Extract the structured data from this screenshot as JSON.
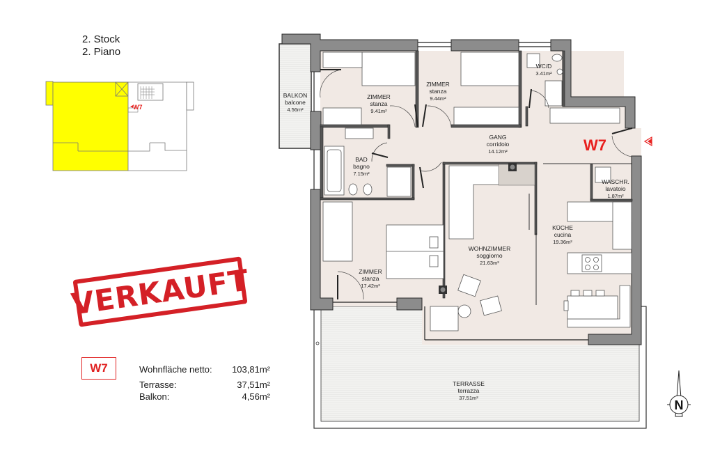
{
  "header": {
    "floor_de": "2. Stock",
    "floor_it": "2. Piano"
  },
  "keyplan": {
    "unit_marker": "W7",
    "highlight_color": "#ffff00"
  },
  "status_stamp": {
    "label": "VERKAUFT",
    "color": "#d42026"
  },
  "unit": {
    "id": "W7",
    "accent_color": "#e02020"
  },
  "stats": [
    {
      "label": "Wohnfläche netto:",
      "value": "103,81m²"
    },
    {
      "label": "Terrasse:",
      "value": "37,51m²"
    },
    {
      "label": "Balkon:",
      "value": "4,56m²"
    }
  ],
  "plan": {
    "entrance_label": "W7",
    "rooms": {
      "balkon": {
        "name_de": "BALKON",
        "name_it": "balcone",
        "area": "4.56m²"
      },
      "zimmer1": {
        "name_de": "ZIMMER",
        "name_it": "stanza",
        "area": "9.41m²"
      },
      "zimmer2": {
        "name_de": "ZIMMER",
        "name_it": "stanza",
        "area": "9.44m²"
      },
      "wc": {
        "name_de": "WC/D",
        "area": "3.41m²"
      },
      "gang": {
        "name_de": "GANG",
        "name_it": "corridoio",
        "area": "14.12m²"
      },
      "bad": {
        "name_de": "BAD",
        "name_it": "bagno",
        "area": "7.15m²"
      },
      "waschr": {
        "name_de": "WASCHR.",
        "name_it": "lavatoio",
        "area": "1.87m²"
      },
      "kueche": {
        "name_de": "KÜCHE",
        "name_it": "cucina",
        "area": "19.36m²"
      },
      "wohnzimmer": {
        "name_de": "WOHNZIMMER",
        "name_it": "soggiorno",
        "area": "21.63m²"
      },
      "zimmer3": {
        "name_de": "ZIMMER",
        "name_it": "stanza",
        "area": "17.42m²"
      },
      "terrasse": {
        "name_de": "TERRASSE",
        "name_it": "terrazza",
        "area": "37.51m²"
      }
    }
  },
  "compass": {
    "label": "N"
  }
}
